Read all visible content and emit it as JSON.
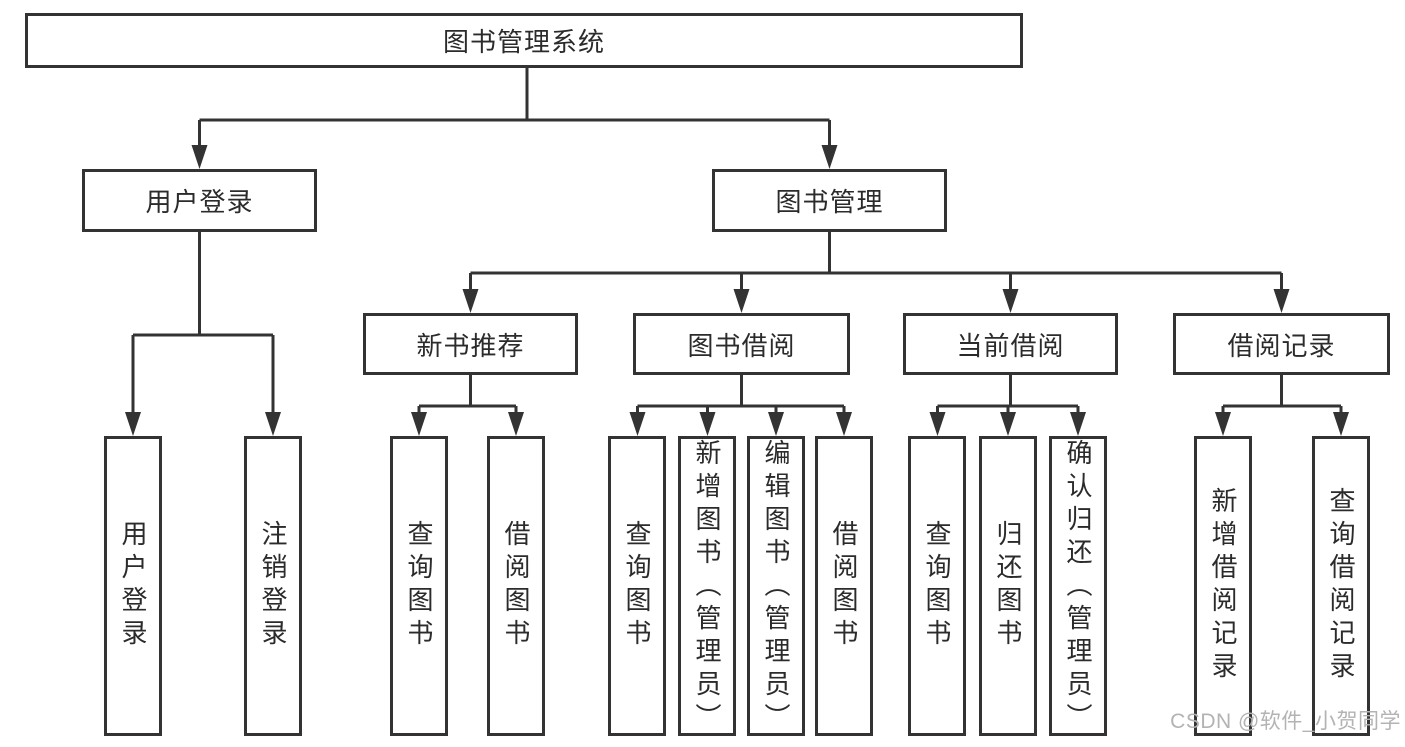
{
  "colors": {
    "line": "#333333",
    "text": "#2b2b2b",
    "background": "#ffffff",
    "watermark": "#b3b3b3"
  },
  "diagram": {
    "root": {
      "label": "图书管理系统"
    },
    "user_login": {
      "label": "用户登录",
      "children": [
        {
          "label": "用户登录"
        },
        {
          "label": "注销登录"
        }
      ]
    },
    "book_mgmt": {
      "label": "图书管理",
      "sections": [
        {
          "label": "新书推荐",
          "children": [
            {
              "label": "查询图书"
            },
            {
              "label": "借阅图书"
            }
          ]
        },
        {
          "label": "图书借阅",
          "children": [
            {
              "label": "查询图书"
            },
            {
              "label": "新增图书（管理员）"
            },
            {
              "label": "编辑图书（管理员）"
            },
            {
              "label": "借阅图书"
            }
          ]
        },
        {
          "label": "当前借阅",
          "children": [
            {
              "label": "查询图书"
            },
            {
              "label": "归还图书"
            },
            {
              "label": "确认归还（管理员）"
            }
          ]
        },
        {
          "label": "借阅记录",
          "children": [
            {
              "label": "新增借阅记录"
            },
            {
              "label": "查询借阅记录"
            }
          ]
        }
      ]
    }
  },
  "watermark": {
    "text": "CSDN @软件_小贺同学"
  }
}
